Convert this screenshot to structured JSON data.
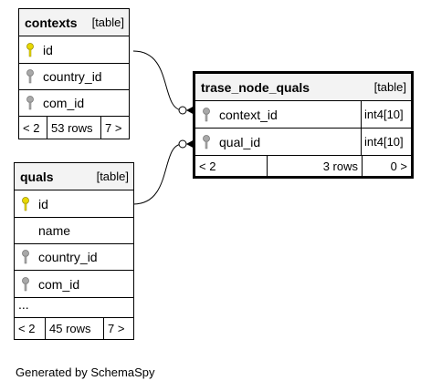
{
  "tables": {
    "contexts": {
      "name": "contexts",
      "kind": "[table]",
      "columns": [
        {
          "name": "id",
          "key": "primary"
        },
        {
          "name": "country_id",
          "key": "foreign"
        },
        {
          "name": "com_id",
          "key": "foreign"
        }
      ],
      "footer": {
        "prev": "< 2",
        "rows": "53 rows",
        "next": "7 >"
      }
    },
    "quals": {
      "name": "quals",
      "kind": "[table]",
      "columns": [
        {
          "name": "id",
          "key": "primary"
        },
        {
          "name": "name",
          "key": "none"
        },
        {
          "name": "country_id",
          "key": "foreign"
        },
        {
          "name": "com_id",
          "key": "foreign"
        }
      ],
      "ellipsis": "...",
      "footer": {
        "prev": "< 2",
        "rows": "45 rows",
        "next": "7 >"
      }
    },
    "trase_node_quals": {
      "name": "trase_node_quals",
      "kind": "[table]",
      "columns": [
        {
          "name": "context_id",
          "type": "int4[10]",
          "key": "foreign"
        },
        {
          "name": "qual_id",
          "type": "int4[10]",
          "key": "foreign"
        }
      ],
      "footer": {
        "prev": "< 2",
        "rows": "3 rows",
        "next": "0 >"
      }
    }
  },
  "colors": {
    "primary_key": "#e8d800",
    "foreign_key": "#a8a8a8",
    "header_bg": "#f3f3f3"
  },
  "caption": "Generated by SchemaSpy"
}
